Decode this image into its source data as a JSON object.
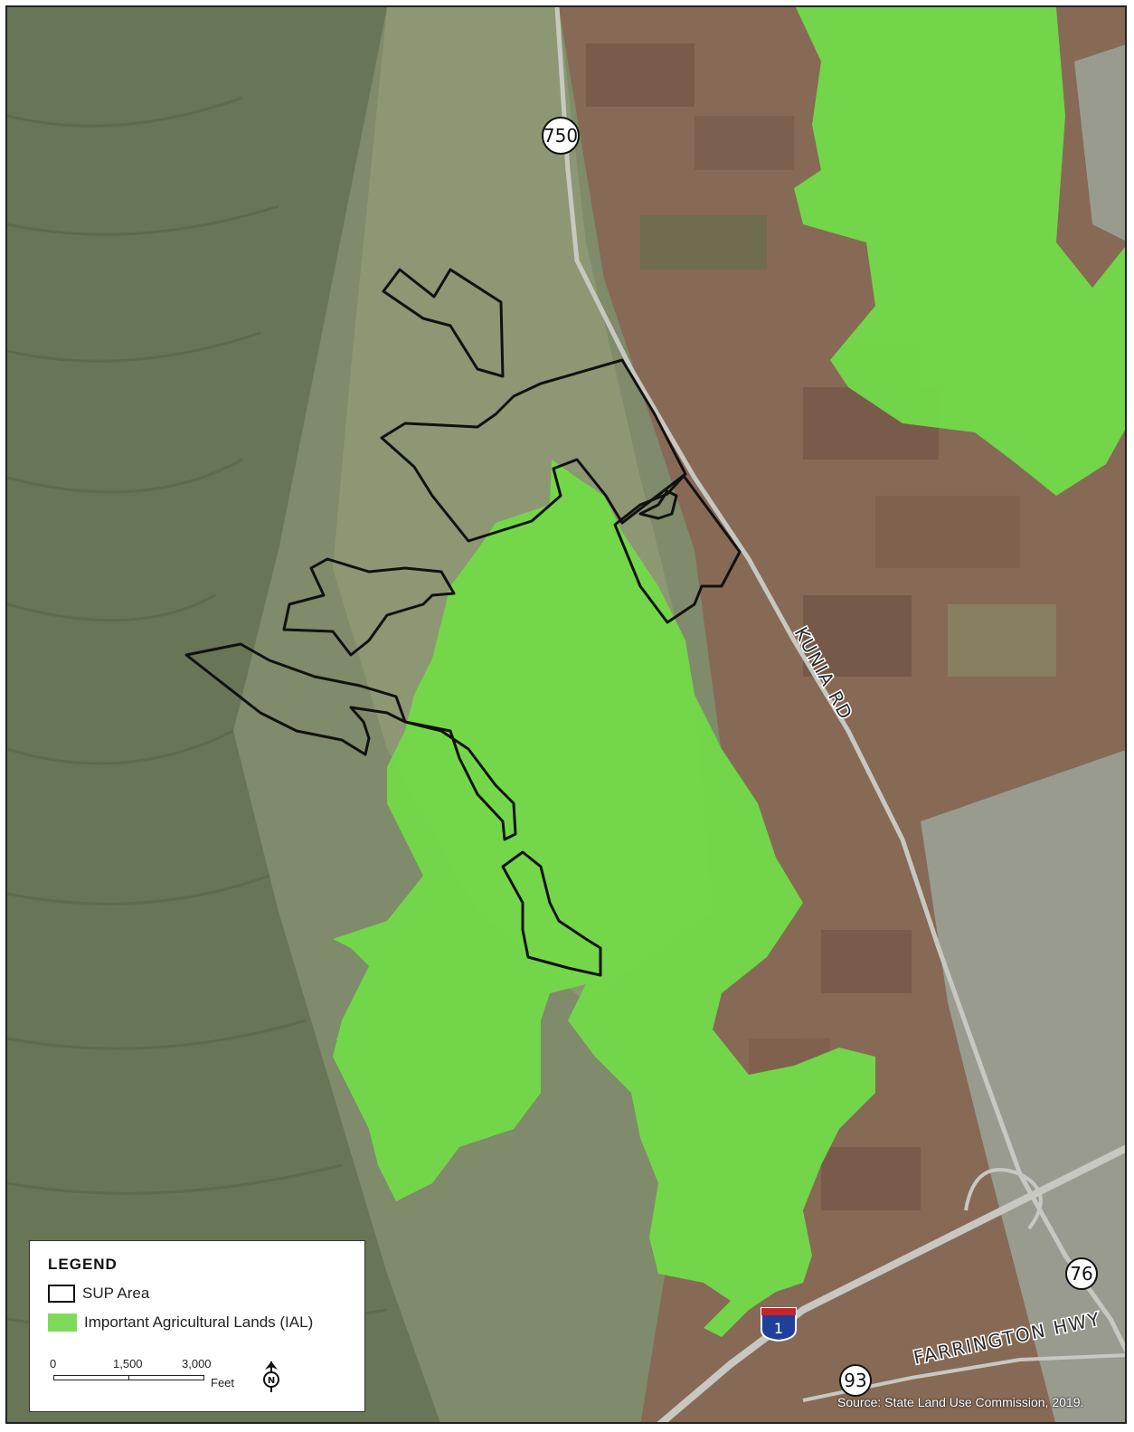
{
  "map": {
    "colors": {
      "hills": "#6f7c5c",
      "valley": "#8a9470",
      "farmland": "#8a6a52",
      "ial_fill": "#6fd846",
      "sup_outline": "#111111",
      "road": "#c9c9c4"
    },
    "road_labels": {
      "kunia": "KUNIA RD",
      "farrington": "FARRINGTON HWY"
    },
    "route_shields": {
      "route_750": "750",
      "route_76": "76",
      "route_93": "93",
      "interstate_1": "1"
    }
  },
  "legend": {
    "title": "LEGEND",
    "items": [
      {
        "label": "SUP Area",
        "icon": "outline-square"
      },
      {
        "label": "Important Agricultural Lands (IAL)",
        "icon": "green-square"
      }
    ],
    "scale": {
      "ticks": [
        "0",
        "1,500",
        "3,000"
      ],
      "unit": "Feet"
    },
    "north_arrow": "N"
  },
  "source": "Source: State Land Use Commission, 2019."
}
